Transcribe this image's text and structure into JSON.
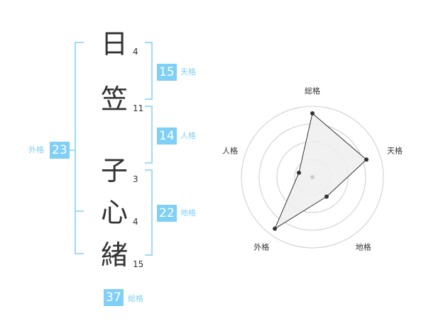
{
  "name": {
    "chars": [
      {
        "char": "日",
        "strokes": "4"
      },
      {
        "char": "笠",
        "strokes": "11"
      },
      {
        "char": "子",
        "strokes": "3"
      },
      {
        "char": "心",
        "strokes": "4"
      },
      {
        "char": "緒",
        "strokes": "15"
      }
    ]
  },
  "kakusu": {
    "tenkaku": {
      "value": "15",
      "label": "天格"
    },
    "jinkaku": {
      "value": "14",
      "label": "人格"
    },
    "chikaku": {
      "value": "22",
      "label": "地格"
    },
    "gaikaku": {
      "value": "23",
      "label": "外格"
    },
    "soukaku": {
      "value": "37",
      "label": "総格"
    }
  },
  "colors": {
    "accent": "#7fcff6",
    "text": "#333333",
    "bracket": "#7fcff6",
    "grid": "#cccccc",
    "fill": "#eeeeee"
  },
  "chart_data": {
    "type": "radar",
    "axes": [
      "総格",
      "天格",
      "地格",
      "外格",
      "人格"
    ],
    "values": [
      4.5,
      4.0,
      1.7,
      4.5,
      1.0
    ],
    "max": 5,
    "rings": 4
  }
}
